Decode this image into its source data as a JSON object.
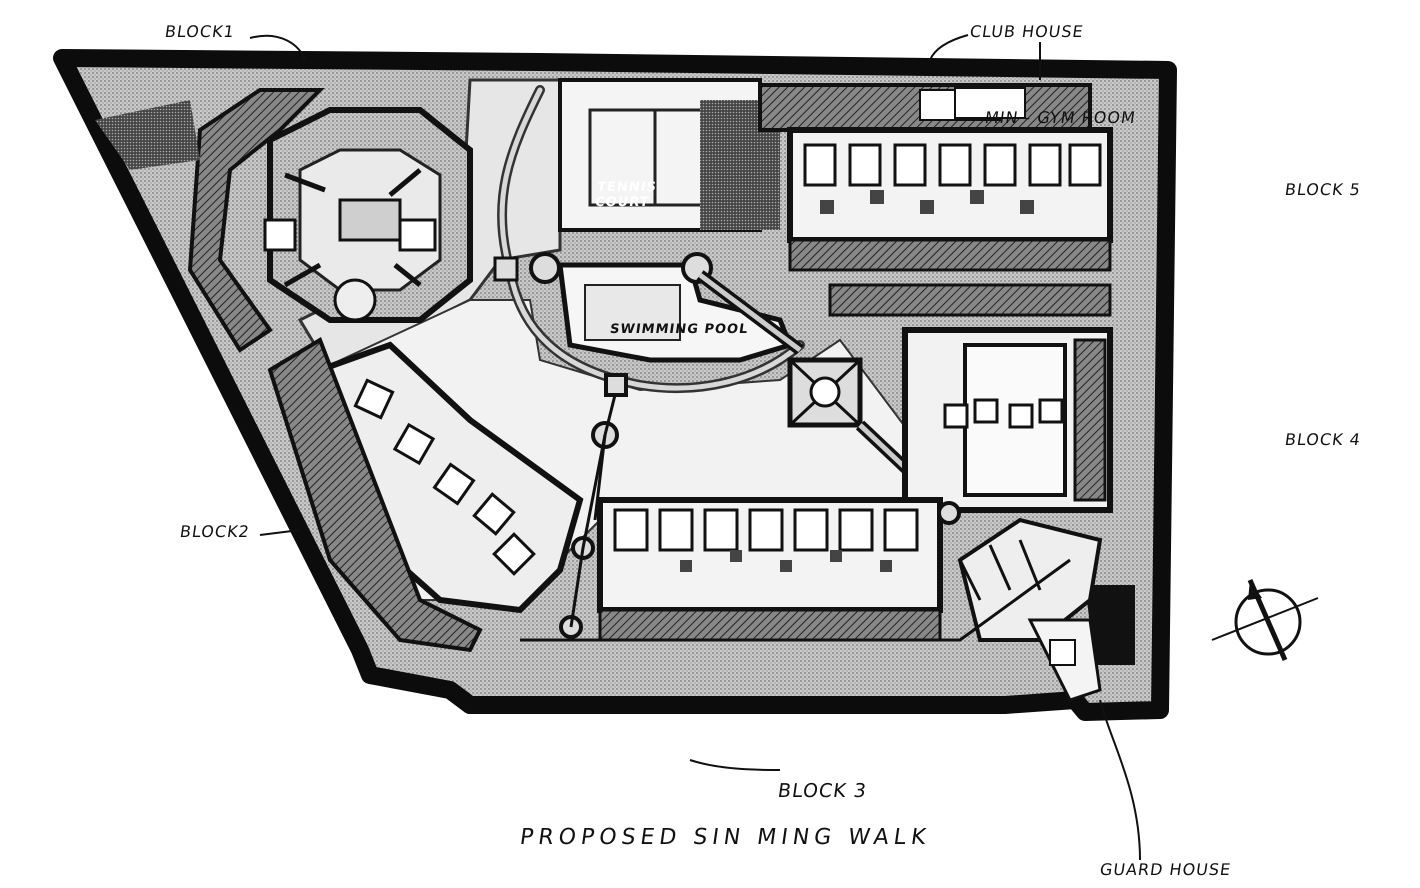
{
  "plan": {
    "title": "PROPOSED SIN MING WALK",
    "labels": {
      "block1": "BLOCK1",
      "block2": "BLOCK2",
      "block3": "BLOCK 3",
      "block4": "BLOCK 4",
      "block5": "BLOCK 5",
      "club_house": "CLUB HOUSE",
      "min_gym_room": "MIN - GYM ROOM",
      "tennis_court": "TENNIS COURT",
      "swimming_pool": "SWIMMING POOL",
      "guard_house": "GUARD HOUSE"
    }
  }
}
